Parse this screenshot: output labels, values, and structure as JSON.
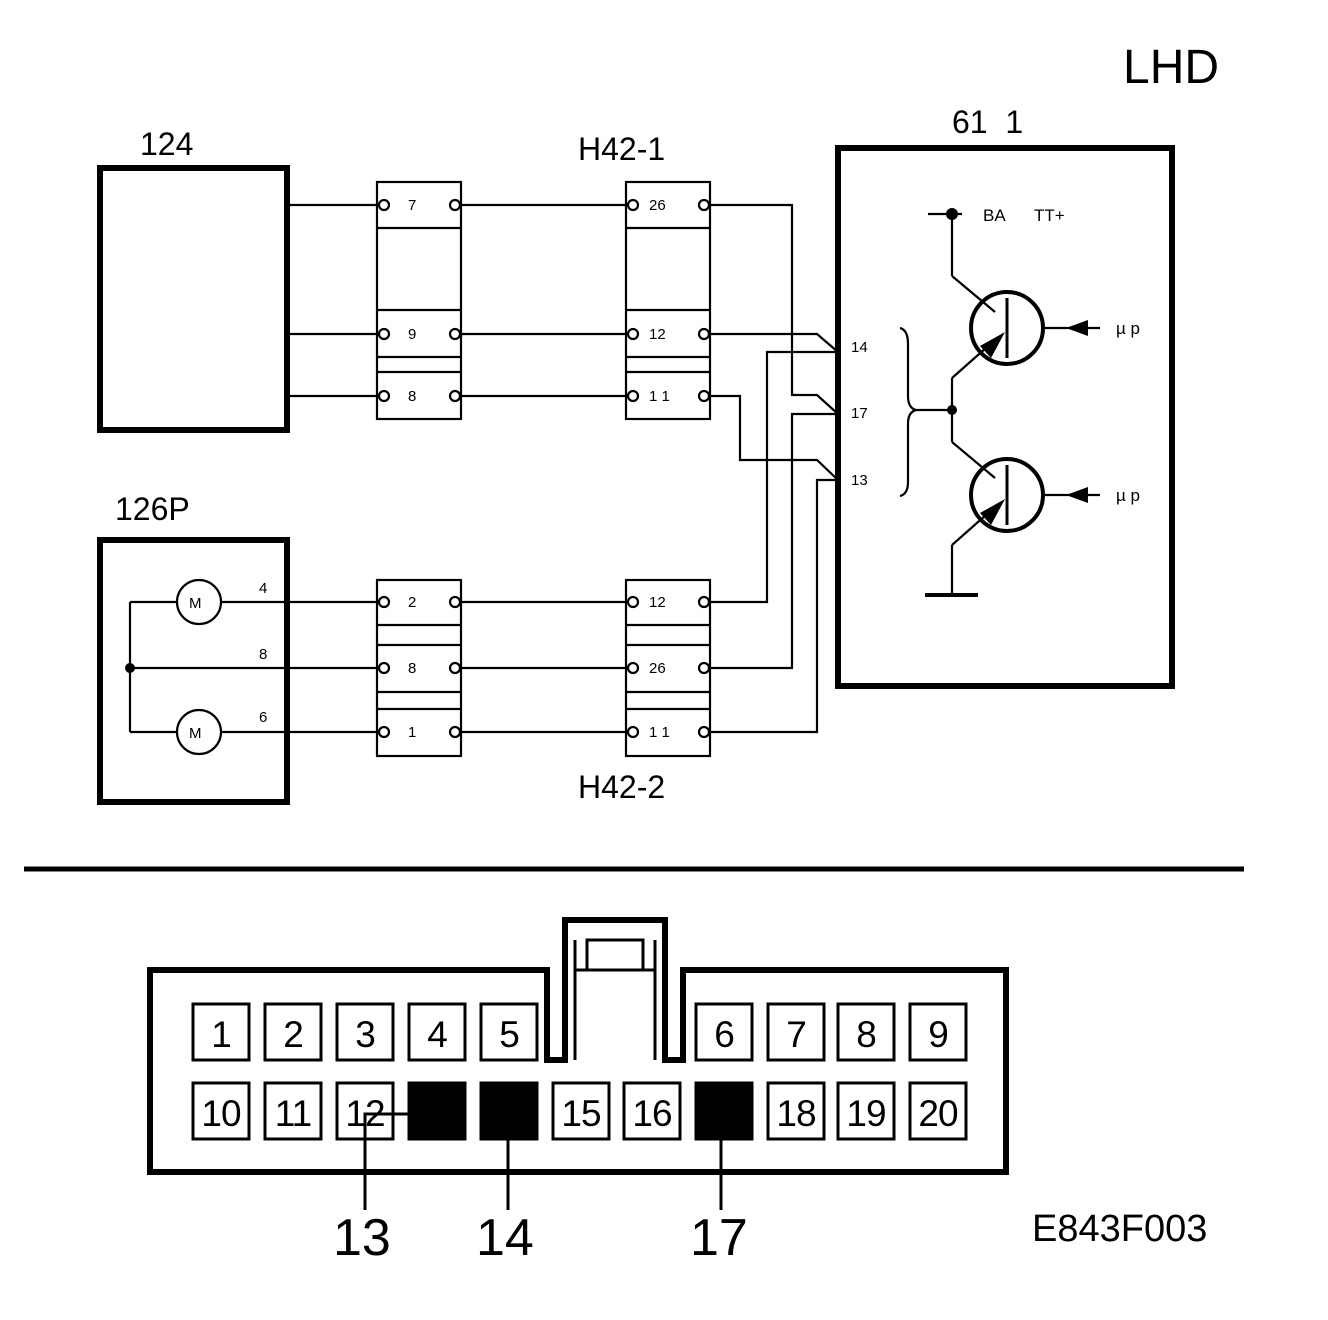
{
  "lhd": "LHD",
  "figure_code": "E843F003",
  "components": {
    "module_124": "124",
    "module_126p": "126P",
    "connector_h42_1": "H42-1",
    "connector_h42_2": "H42-2",
    "module_61": "61  1"
  },
  "blocks_top_a": [
    "7",
    "9",
    "8"
  ],
  "blocks_top_b": [
    "26",
    "12",
    "1 1"
  ],
  "blocks_bot_a": [
    "2",
    "8",
    "1"
  ],
  "blocks_bot_b": [
    "12",
    "26",
    "1 1"
  ],
  "motor_pins": [
    "4",
    "8",
    "6"
  ],
  "motor_label": "M",
  "module_pins": [
    "14",
    "17",
    "13"
  ],
  "ba_label": "BA",
  "tt_label": "TT+",
  "mu_label": "µ p",
  "connector_face": {
    "top_row": [
      "1",
      "2",
      "3",
      "4",
      "5",
      "6",
      "7",
      "8",
      "9"
    ],
    "bottom_row": [
      "10",
      "11",
      "12",
      "15",
      "16",
      "18",
      "19",
      "20"
    ],
    "callouts": [
      "13",
      "14",
      "17"
    ]
  }
}
